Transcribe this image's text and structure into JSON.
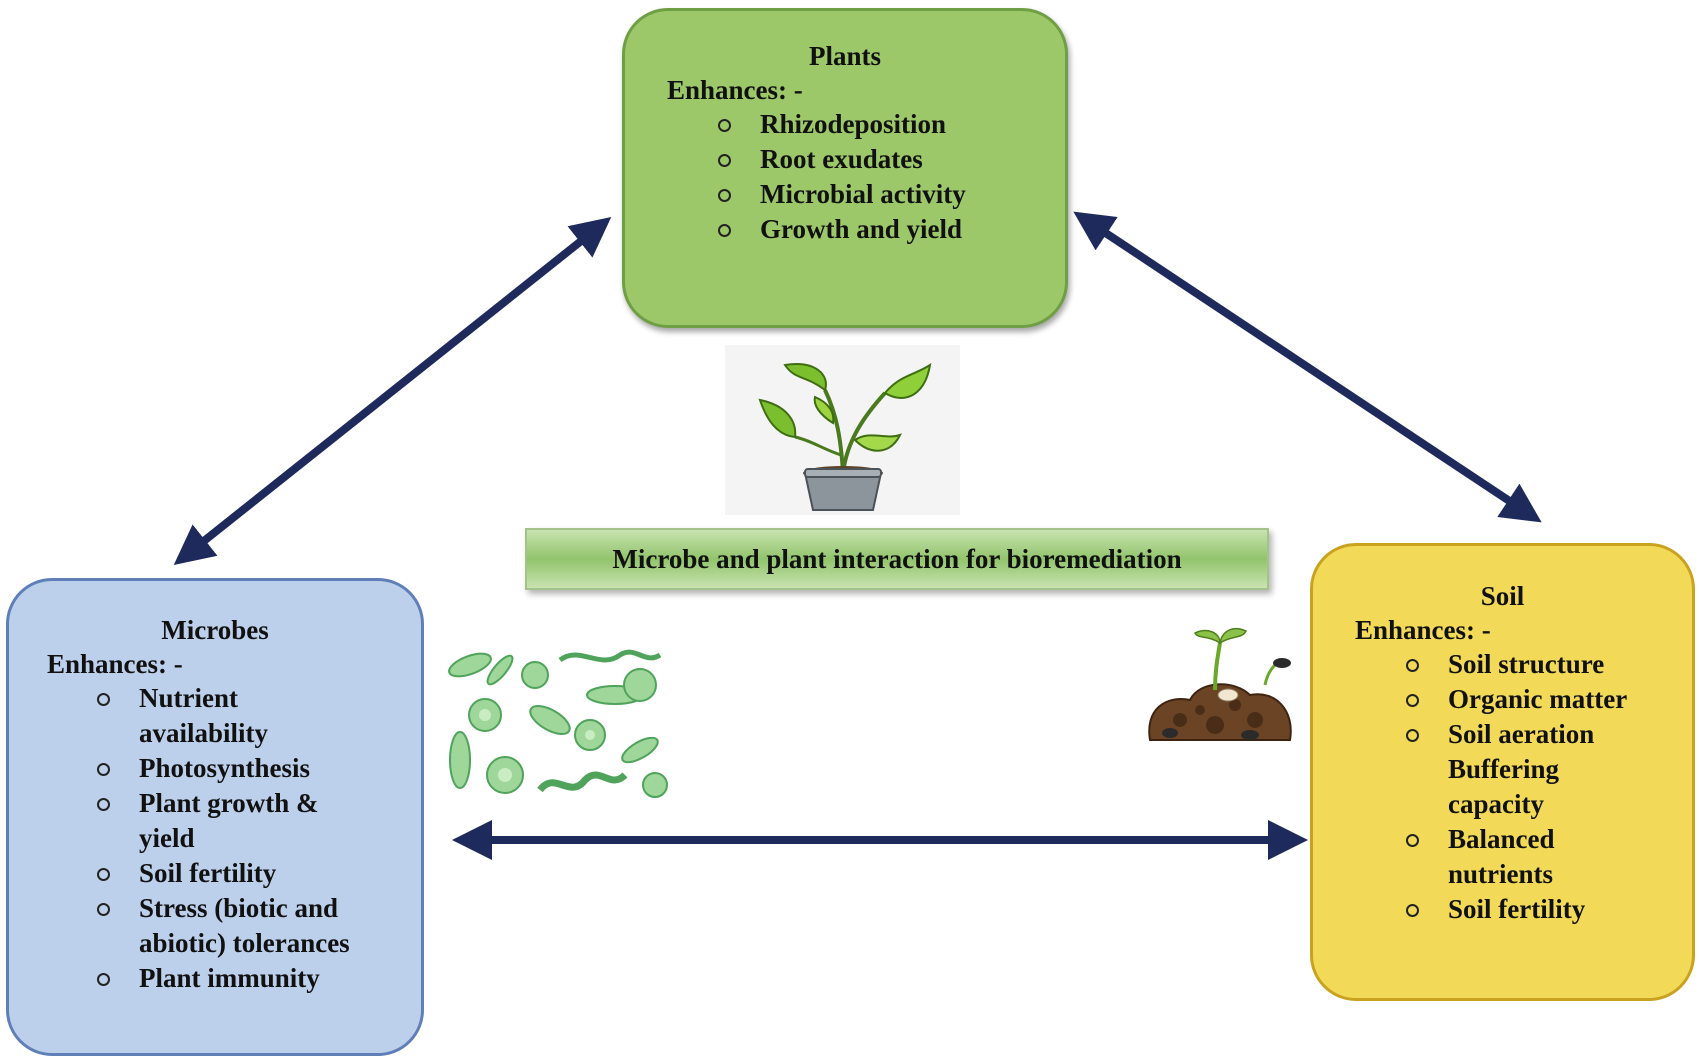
{
  "title": "Microbe and plant interaction for bioremediation",
  "nodes": {
    "plants": {
      "title": "Plants",
      "subtitle": "Enhances: -",
      "items": [
        "Rhizodeposition",
        "Root exudates",
        "Microbial activity",
        "Growth and yield"
      ]
    },
    "microbes": {
      "title": "Microbes",
      "subtitle": "Enhances: -",
      "items": [
        "Nutrient",
        "availability",
        "Photosynthesis",
        "Plant growth &",
        "yield",
        "Soil fertility",
        "Stress (biotic and",
        "abiotic) tolerances",
        "Plant immunity"
      ]
    },
    "soil": {
      "title": "Soil",
      "subtitle": "Enhances: -",
      "items": [
        "Soil structure",
        "Organic matter",
        "Soil aeration",
        "Buffering",
        "capacity",
        "Balanced",
        "nutrients",
        "Soil fertility"
      ]
    }
  },
  "edges": [
    {
      "from": "plants",
      "to": "microbes",
      "style": "double-arrow"
    },
    {
      "from": "plants",
      "to": "soil",
      "style": "double-arrow"
    },
    {
      "from": "microbes",
      "to": "soil",
      "style": "double-arrow"
    }
  ],
  "illustrations": [
    "potted-plant-icon",
    "microbes-icon",
    "soil-seedling-icon"
  ],
  "colors": {
    "plants_fill": "#9cc86a",
    "microbes_fill": "#bcd0ec",
    "soil_fill": "#f2d958",
    "arrow": "#1f2a5c",
    "banner": "#a9d08e"
  }
}
